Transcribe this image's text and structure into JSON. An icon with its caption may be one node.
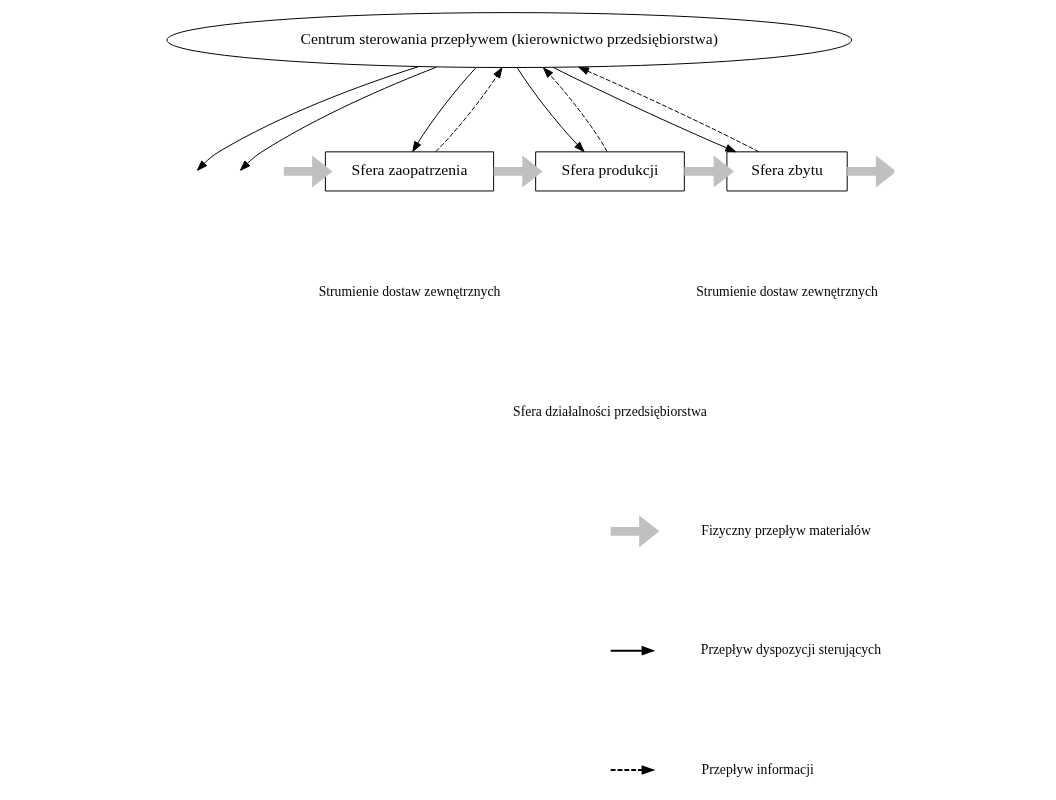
{
  "diagram": {
    "nodes": [
      {
        "text": [
          "Centrum sterowania przepływem (kierownictwo przedsiębiorstwa)"
        ]
      },
      {
        "text": [
          "Sfera zaopatrzenia"
        ]
      },
      {
        "text": [
          "Sfera produkcji"
        ]
      },
      {
        "text": [
          "Sfera zbytu"
        ]
      }
    ],
    "edges": [
      {
        "from": null,
        "to": 1,
        "arrow": "to",
        "style": "thick",
        "color": "#c0c0c0"
      },
      {
        "from": 1,
        "to": 2,
        "arrow": "to",
        "style": "thick",
        "color": "#c0c0c0"
      },
      {
        "from": 2,
        "to": 3,
        "arrow": "to",
        "style": "thick",
        "color": "#c0c0c0"
      },
      {
        "from": 3,
        "to": null,
        "arrow": "to",
        "style": "thick",
        "color": "#c0c0c0"
      },
      {
        "from": 0,
        "to": null,
        "arrow": "to"
      },
      {
        "from": 1,
        "to": 0,
        "arrow": "to",
        "style": "dashed"
      },
      {
        "from": 0,
        "to": 1,
        "arrow": "to"
      },
      {
        "from": 2,
        "to": 0,
        "arrow": "to",
        "style": "dashed"
      },
      {
        "from": 0,
        "to": 2,
        "arrow": "to"
      },
      {
        "from": 3,
        "to": 0,
        "arrow": "to",
        "style": "dashed"
      },
      {
        "from": 0,
        "to": 3,
        "arrow": "to"
      },
      {
        "from": 0,
        "to": null,
        "arrow": "to"
      }
    ],
    "labels": [
      "Strumienie dostaw zewnętrznych",
      "Strumienie dostaw zewnętrznych",
      "Sfera działalności przedsiębiorstwa"
    ],
    "legend": [
      {
        "text": "Fizyczny przepływ materiałów"
      },
      {
        "text": "Przepływ dyspozycji sterujących"
      },
      {
        "text": "Przepływ informacji"
      }
    ]
  }
}
